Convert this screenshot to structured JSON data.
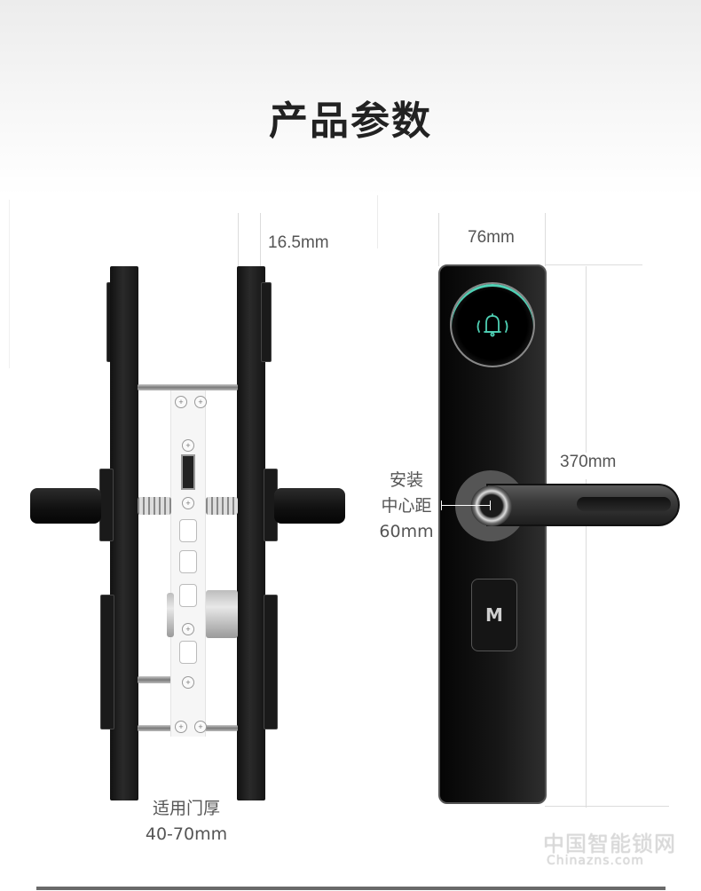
{
  "page": {
    "title": "产品参数"
  },
  "dimensions": {
    "panel_thickness": "16.5mm",
    "panel_width": "76mm",
    "panel_height": "370mm",
    "center_distance": {
      "line1": "安装",
      "line2": "中心距",
      "line3": "60mm"
    },
    "door_thickness": {
      "line1": "适用门厚",
      "line2": "40-70mm"
    }
  },
  "product": {
    "front_icons": {
      "doorbell": "bell-icon",
      "brand_logo": "mi-logo-icon"
    },
    "brand_logo_text": "M",
    "accent_color": "#4fd1b5",
    "body_color": "#111111"
  },
  "watermark": {
    "line1": "中国智能锁网",
    "line2": "Chinazns.com"
  }
}
